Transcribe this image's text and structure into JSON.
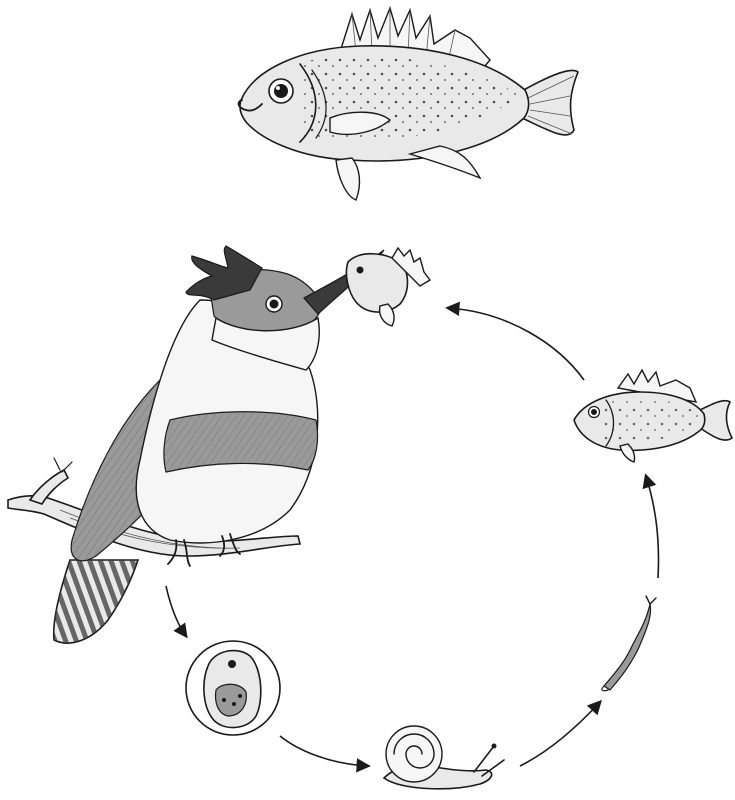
{
  "diagram": {
    "stages": [
      {
        "key": "adult-fish"
      },
      {
        "key": "kingfisher-host"
      },
      {
        "key": "egg"
      },
      {
        "key": "snail"
      },
      {
        "key": "cercaria"
      },
      {
        "key": "infected-fish"
      }
    ],
    "colors": {
      "ink": "#1a1a1a",
      "shade": "#9a9a9a",
      "background": "#ffffff"
    }
  }
}
